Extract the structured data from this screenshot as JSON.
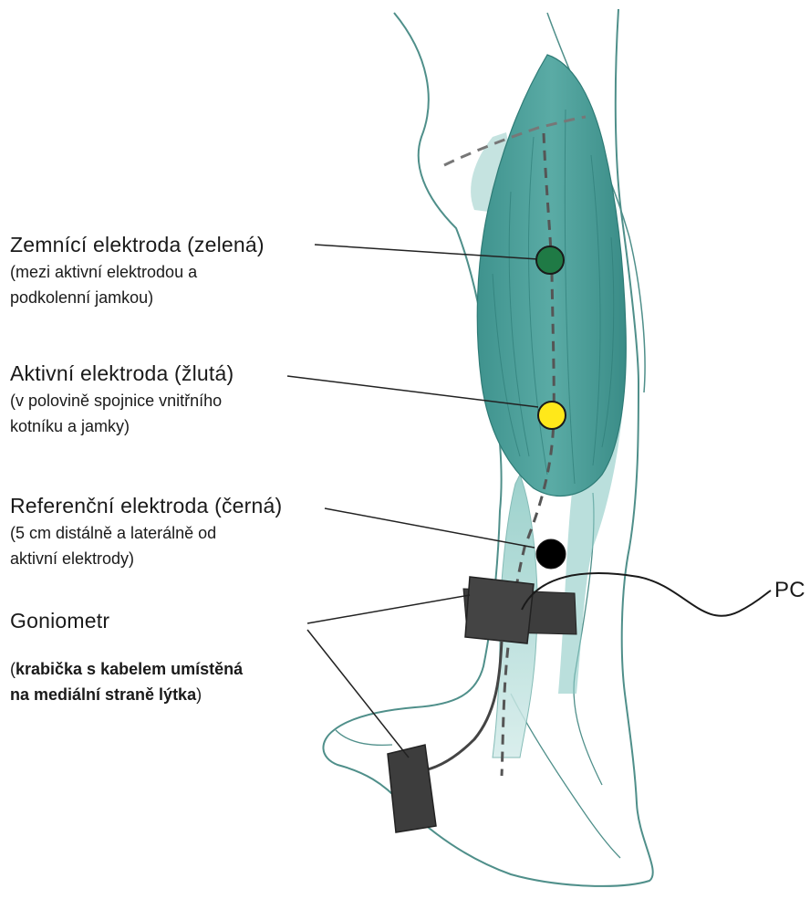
{
  "colors": {
    "muscle": "#4a9e99",
    "muscle_light": "#b8dedb",
    "outline": "#4f8f8a",
    "ground_electrode": "#1f7a45",
    "active_electrode": "#ffe81a",
    "reference_electrode": "#000000",
    "goniometer": "#3d3d3d",
    "text": "#1a1a1a"
  },
  "labels": {
    "ground": {
      "title": "Zemnící elektroda (zelená)",
      "line1": "(mezi aktivní elektrodou a",
      "line2": "podkolenní jamkou)"
    },
    "active": {
      "title": "Aktivní elektroda (žlutá)",
      "line1": "(v polovině spojnice vnitřního",
      "line2": "kotníku a jamky)"
    },
    "reference": {
      "title": "Referenční elektroda (černá)",
      "line1": "(5 cm distálně a laterálně od",
      "line2": "aktivní elektrody)"
    },
    "goniometer": {
      "title": "Goniometr",
      "paren_open": "(",
      "bold1": "krabička s kabelem umístěná",
      "bold2": "na mediální straně lýtka",
      "paren_close": ")"
    },
    "pc": "PC"
  }
}
